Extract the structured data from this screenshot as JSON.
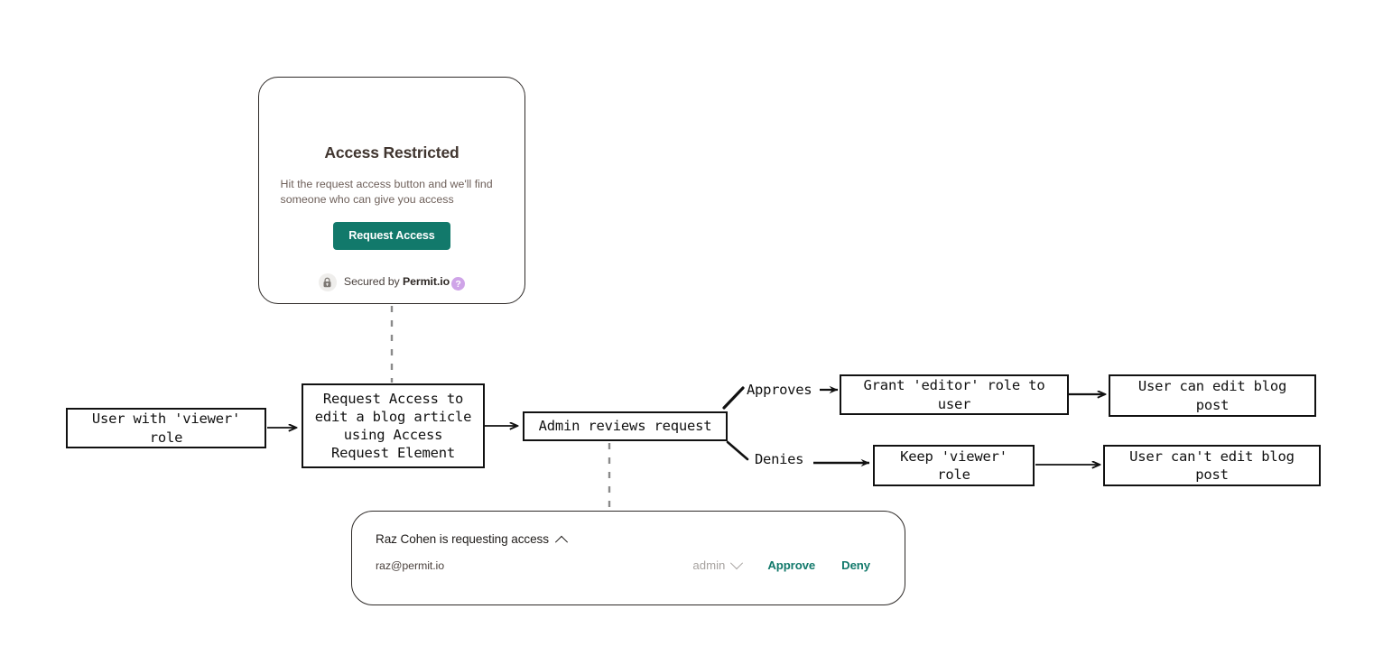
{
  "access_card": {
    "title": "Access Restricted",
    "description": "Hit the request access button and we'll find someone who can give you access",
    "button_label": "Request Access",
    "secured_prefix": "Secured by ",
    "secured_brand": "Permit.io",
    "help_glyph": "?",
    "lock_icon": "lock-icon",
    "accent_color": "#12796b",
    "help_color": "#cfa4e8"
  },
  "approval_card": {
    "heading": "Raz Cohen is requesting access",
    "collapse_icon": "chevron-up-icon",
    "email": "raz@permit.io",
    "role_value": "admin",
    "role_icon": "chevron-down-icon",
    "approve_label": "Approve",
    "deny_label": "Deny",
    "link_color": "#12796b"
  },
  "flow": {
    "nodes": [
      {
        "id": "user-viewer",
        "text": "User with 'viewer'\nrole"
      },
      {
        "id": "request-access",
        "text": "Request Access to\nedit a blog article\nusing Access\nRequest Element"
      },
      {
        "id": "admin-reviews",
        "text": "Admin reviews request"
      },
      {
        "id": "grant-editor",
        "text": "Grant 'editor' role to\nuser"
      },
      {
        "id": "can-edit",
        "text": "User can edit blog\npost"
      },
      {
        "id": "keep-viewer",
        "text": "Keep 'viewer'\nrole"
      },
      {
        "id": "cannot-edit",
        "text": "User can't edit blog\npost"
      }
    ],
    "edge_labels": [
      {
        "id": "approves",
        "text": "Approves"
      },
      {
        "id": "denies",
        "text": "Denies"
      }
    ]
  }
}
